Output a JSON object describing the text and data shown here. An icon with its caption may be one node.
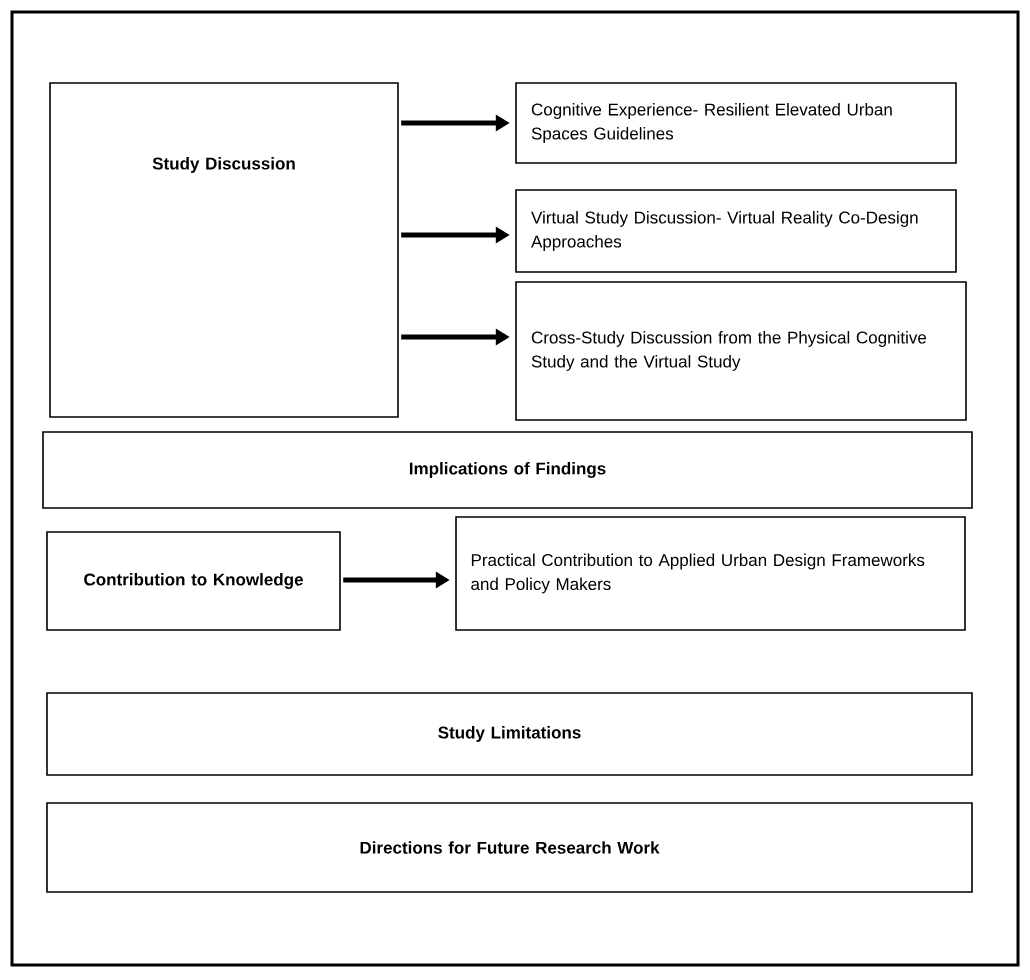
{
  "diagram": {
    "nodes": [
      {
        "text": [
          "Study Discussion"
        ]
      },
      {
        "text": [
          "Cognitive Experience- Resilient Elevated Urban Spaces Guidelines"
        ]
      },
      {
        "text": [
          "Virtual Study Discussion- Virtual Reality Co-Design Approaches"
        ]
      },
      {
        "text": [
          "Cross-Study Discussion from the Physical Cognitive Study and the Virtual Study"
        ]
      },
      {
        "text": [
          "Implications of Findings"
        ]
      },
      {
        "text": [
          "Contribution to Knowledge"
        ]
      },
      {
        "text": [
          "Practical Contribution to Applied Urban Design Frameworks and Policy Makers"
        ]
      },
      {
        "text": [
          "Study Limitations"
        ]
      },
      {
        "text": [
          "Directions for Future Research Work"
        ]
      }
    ],
    "edges": [
      {
        "from": 0,
        "to": 1,
        "arrow": "to"
      },
      {
        "from": 0,
        "to": 2,
        "arrow": "to"
      },
      {
        "from": 0,
        "to": 3,
        "arrow": "to"
      },
      {
        "from": 5,
        "to": 6,
        "arrow": "to"
      }
    ]
  }
}
